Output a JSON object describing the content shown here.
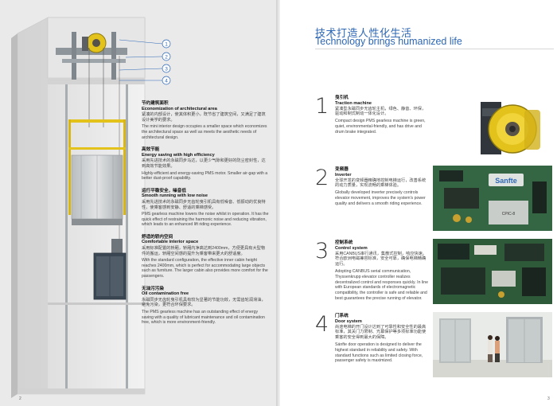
{
  "callouts": [
    "1",
    "2",
    "3",
    "4"
  ],
  "features": [
    {
      "cn": "节约建筑面积",
      "en": "Economization of architectural area",
      "cn_text": "紧凑的内部设计，使其体积更小，既节省了建筑空间，又满足了建筑设计美学的要求。",
      "en_text": "The mini interior design occupies a smaller space which economizes the architectural space as well as meets the aesthetic needs of architectural design."
    },
    {
      "cn": "高效节能",
      "en": "Energy saving with high efficiency",
      "cn_text": "采用先进技术的永磁同步马达，以更少气隙和更好的防尘密封性，达到高效节能效果。",
      "en_text": "Highly-efficient and energy-saving PMS motor. Smaller air-gap with a better dust-proof capability."
    },
    {
      "cn": "运行平稳安全，噪音低",
      "en": "Smooth running with low noise",
      "cn_text": "采用先进技术的永磁同步无齿轮曳引机具有低噪音、低振动的优良特性，使乘客感到安静、舒适的乘梯感受。",
      "en_text": "PMS gearless machine lowers the noise whilst in operation. It has the quick effect of restraining the harmonic noise and reducing vibration, which leads to an enhanced lift riding experience."
    },
    {
      "cn": "舒适的轿内空间",
      "en": "Comfortable interior space",
      "cn_text": "采用标准配置的轿厢，轿厢内净高达到2400mm，方便更具有大型物件的搬运，轿厢空间感的提升为乘客带来更大的舒适度。",
      "en_text": "With the standard configuration, the effective inner cabin height reaches 2400mm, which is perfect for accommodating large objects such as furniture. The larger cabin also provides more comfort for the passengers."
    },
    {
      "cn": "无油污污染",
      "en": "Oil contamination free",
      "cn_text": "永磁同步无齿轮曳引机具有较为显著的节能功效，无需齿轮润滑油，避免污染，更符合环保要求。",
      "en_text": "The PMS gearless machine has an outstanding effect of energy saving with a quality of lubricant maintenance and oil contamination free, which is more environment-friendly."
    }
  ],
  "left_page_number": "2",
  "right_page_number": "3",
  "right_title_cn": "技术打造人性化生活",
  "right_title_en": "Technology brings humanized life",
  "items": [
    {
      "num": "1",
      "cn": "曳引机",
      "en": "Traction machine",
      "cn_text": "紧凑型永磁同步无齿轮主机，绿色、静音、环保，驱动和制式制动一体化设计。",
      "en_text": "Compact design PMS gearless machine is green, quiet, environmental-friendly, and has drive and drum brake integrated."
    },
    {
      "num": "2",
      "cn": "变频器",
      "en": "Inverter",
      "cn_text": "全球开发的变频器精确地控制电梯运行，改善系统的动力质量，实现流畅的乘梯体验。",
      "en_text": "Globally developed inverter precisely controls elevator movement, improves the system's power quality and delivers a smooth riding experience."
    },
    {
      "num": "3",
      "cn": "控制系统",
      "en": "Control system",
      "cn_text": "采用CANBUS串行通讯，集散式控制，响应快速。符合欧洲电磁兼容标准，安全可靠，确保电梯精确运行。",
      "en_text": "Adopting CANBUS serial communication, Thyssenkrupp elevator controller realizes decentralized control and responses quickly. In line with European standards of electromagnetic compatibility, the controller is safe and reliable and best guarantees the precise running of elevator."
    },
    {
      "num": "4",
      "cn": "门系统",
      "en": "Door system",
      "cn_text": "尚途电梯的开门设计达到了可靠性和安全性的最高标准，其关门力限制、光幕保护等多项标准功能使乘客的安全得到最大的保障。",
      "en_text": "Sánfte door operation is designed to deliver the highest standard in reliability and safety. With standard functions such as limited closing force, passenger safety is maximized."
    }
  ],
  "board_label": "Sanfte",
  "board_sub": "CPIC-8",
  "colors": {
    "accent": "#2d67b5",
    "gear_yellow": "#e4c21c",
    "frame_gray": "#9aa1a6"
  }
}
